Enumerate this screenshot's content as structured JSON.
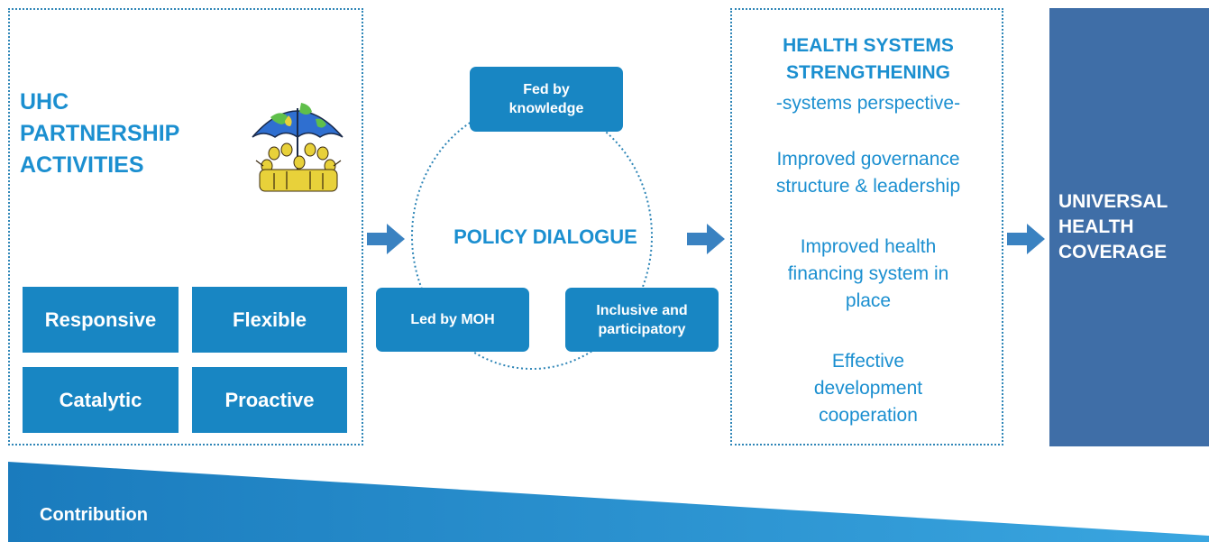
{
  "partnership": {
    "title": "UHC\nPARTNERSHIP\nACTIVITIES",
    "attributes": [
      "Responsive",
      "Flexible",
      "Catalytic",
      "Proactive"
    ],
    "illustration": "umbrella-over-crowd-icon"
  },
  "policy_dialogue": {
    "label": "POLICY DIALOGUE",
    "nodes": {
      "top": "Fed by\nknowledge",
      "left": "Led by MOH",
      "right": "Inclusive and\nparticipatory"
    }
  },
  "hss": {
    "heading": "HEALTH SYSTEMS\nSTRENGTHENING",
    "subheading": "-systems perspective-",
    "outcomes": [
      "Improved governance\nstructure & leadership",
      "Improved health\nfinancing system in\nplace",
      "Effective\ndevelopment\ncooperation"
    ]
  },
  "outcome": {
    "label": "UNIVERSAL\nHEALTH\nCOVERAGE"
  },
  "contribution": {
    "label": "Contribution"
  },
  "colors": {
    "accent": "#1b8fd0",
    "tile": "#1886c3",
    "uhc_box": "#3f6ea7",
    "dotted_border": "#2f86b7",
    "arrow": "#3a82c1"
  }
}
